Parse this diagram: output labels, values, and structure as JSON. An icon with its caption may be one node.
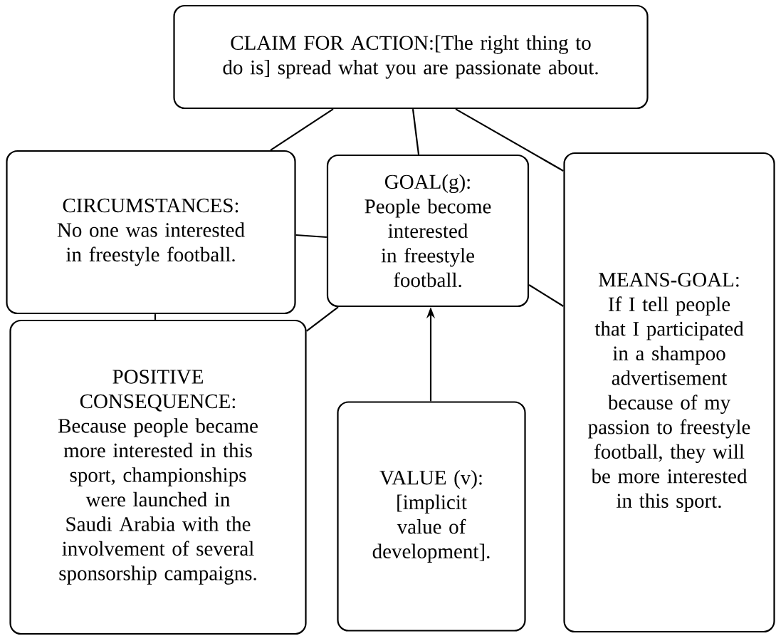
{
  "diagram": {
    "nodes": [
      {
        "text": [
          "CLAIM FOR ACTION:[The right thing to do is] spread what you are passionate about."
        ]
      },
      {
        "text": [
          "CIRCUMSTANCES: No one was interested in freestyle football."
        ]
      },
      {
        "text": [
          "GOAL(g): People become interested in freestyle football."
        ]
      },
      {
        "text": [
          "MEANS-GOAL: If I tell people that I participated in a shampoo advertisement because of my passion to freestyle football, they will be more interested in this sport."
        ]
      },
      {
        "text": [
          "POSITIVE CONSEQUENCE: Because people became more interested in this sport, championships were launched in Saudi Arabia with the involvement of several sponsorship campaigns."
        ]
      },
      {
        "text": [
          "VALUE (v): [implicit value of development]."
        ]
      }
    ],
    "edges": [
      {
        "from": 0,
        "to": 1,
        "arrow": "none"
      },
      {
        "from": 0,
        "to": 2,
        "arrow": "none"
      },
      {
        "from": 0,
        "to": 3,
        "arrow": "none"
      },
      {
        "from": 1,
        "to": 2,
        "arrow": "none"
      },
      {
        "from": 1,
        "to": 4,
        "arrow": "none"
      },
      {
        "from": 2,
        "to": 4,
        "arrow": "none"
      },
      {
        "from": 2,
        "to": 3,
        "arrow": "none"
      },
      {
        "from": 5,
        "to": 2,
        "arrow": "to"
      }
    ]
  }
}
